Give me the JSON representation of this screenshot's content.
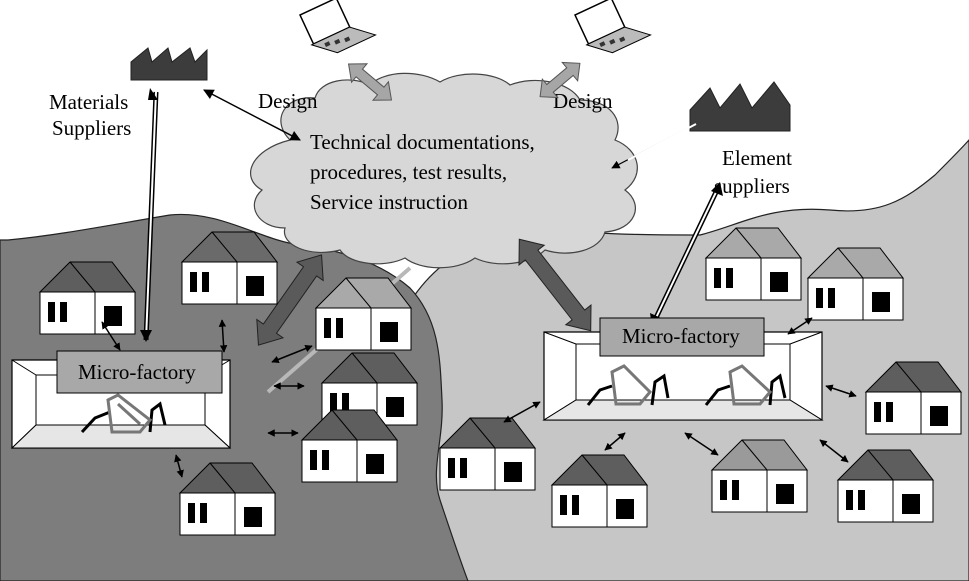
{
  "labels": {
    "materials_suppliers": [
      "Materials",
      "Suppliers"
    ],
    "element_suppliers": [
      "Element",
      "suppliers"
    ],
    "design_left": "Design",
    "design_right": "Design",
    "cloud_text": [
      "Technical documentations,",
      "procedures, test results,",
      "Service instruction"
    ],
    "microfactory_left": "Micro-factory",
    "microfactory_right": "Micro-factory"
  },
  "colors": {
    "left_land": "#7d7d7d",
    "right_land": "#c6c6c6",
    "cloud": "#d7d7d7",
    "house_roof": "#5e5e5e",
    "factory_label_box": "#a8a8a8",
    "arrow_gray": "#a6a6a6",
    "arrow_dark": "#5a5a5a",
    "supplier_icon": "#3c3c3c"
  },
  "icons": {
    "supplier": "factory-sawtooth-icon",
    "designer": "laptop-icon",
    "house": "house-icon",
    "robot": "robot-arm-icon"
  }
}
